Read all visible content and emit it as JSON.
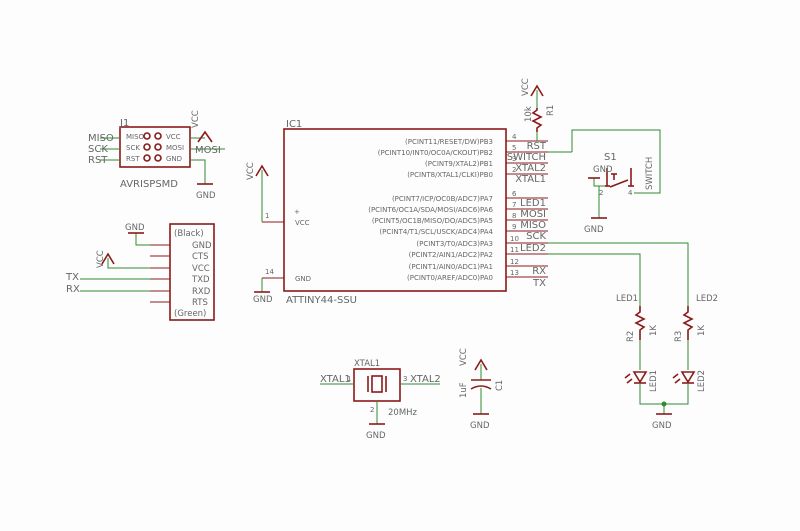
{
  "colors": {
    "part": "#8b1a1a",
    "net": "#2e8b2e",
    "text": "#666666",
    "bg": "#fdfdfd"
  },
  "ic1": {
    "name": "IC1",
    "part": "ATTINY44-SSU",
    "left_pins": [
      {
        "num": "1",
        "label": "VCC"
      },
      {
        "num": "14",
        "label": "GND"
      }
    ],
    "right_pins": [
      {
        "label": "(PCINT11/RESET/DW)PB3",
        "num": "4"
      },
      {
        "label": "(PCINT10/INT0/OC0A/CKOUT)PB2",
        "num": "5"
      },
      {
        "label": "(PCINT9/XTAL2)PB1",
        "num": "3"
      },
      {
        "label": "(PCINT8/XTAL1/CLKI)PB0",
        "num": "2"
      },
      {
        "label": "(PCINT7/ICP/OC0B/ADC7)PA7",
        "num": "6"
      },
      {
        "label": "(PCINT6/OC1A/SDA/MOSI/ADC6)PA6",
        "num": "7"
      },
      {
        "label": "(PCINT5/OC1B/MISO/DO/ADC5)PA5",
        "num": "8"
      },
      {
        "label": "(PCINT4/T1/SCL/USCK/ADC4)PA4",
        "num": "9"
      },
      {
        "label": "(PCINT3/T0/ADC3)PA3",
        "num": "10"
      },
      {
        "label": "(PCINT2/AIN1/ADC2)PA2",
        "num": "11"
      },
      {
        "label": "(PCINT1/AIN0/ADC1)PA1",
        "num": "12"
      },
      {
        "label": "(PCINT0/AREF/ADC0)PA0",
        "num": "13"
      }
    ],
    "net_labels": [
      "RST",
      "SWITCH",
      "XTAL2",
      "XTAL1",
      "",
      "LED1",
      "MOSI",
      "MISO",
      "SCK",
      "LED2",
      "RX",
      "TX"
    ]
  },
  "j1": {
    "name": "J1",
    "part": "AVRISPSMD",
    "left_pins": [
      "MISO",
      "SCK",
      "RST"
    ],
    "right_pins": [
      "VCC",
      "MOSI",
      "GND"
    ],
    "nets_left": [
      "MISO",
      "SCK",
      "RST"
    ],
    "nets_right": [
      "VCC",
      "MOSI",
      "GND"
    ]
  },
  "ftdi": {
    "pins": [
      "GND",
      "CTS",
      "VCC",
      "TXD",
      "RXD",
      "RTS"
    ],
    "top_label": "(Black)",
    "bottom_label": "(Green)",
    "nets": [
      "GND",
      "VCC",
      "TX",
      "RX"
    ]
  },
  "r1": {
    "name": "R1",
    "value": "10k"
  },
  "s1": {
    "name": "S1",
    "pin2": "2",
    "pin4": "4",
    "net": "SWITCH"
  },
  "xtal1": {
    "name": "XTAL1",
    "value": "20MHz",
    "pin1": "1",
    "pin2": "2",
    "pin3": "3",
    "nets": [
      "XTAL1",
      "XTAL2"
    ]
  },
  "c1": {
    "name": "C1",
    "value": "1uF"
  },
  "r2": {
    "name": "R2",
    "value": "1K",
    "net": "LED1"
  },
  "r3": {
    "name": "R3",
    "value": "1K",
    "net": "LED2"
  },
  "led1": {
    "name": "LED1"
  },
  "led2": {
    "name": "LED2"
  },
  "power": {
    "vcc": "VCC",
    "gnd": "GND"
  }
}
